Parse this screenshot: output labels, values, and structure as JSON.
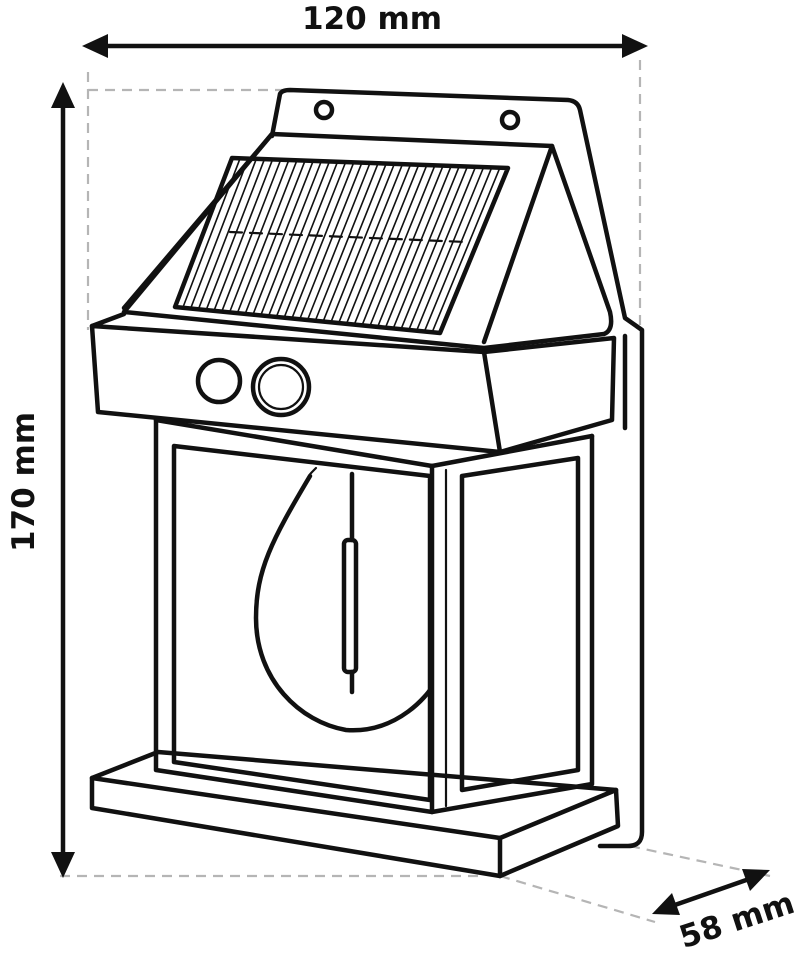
{
  "dimensions": {
    "width": "120 mm",
    "height": "170 mm",
    "depth": "58 mm"
  },
  "colors": {
    "line": "#111111",
    "guide": "#b5b5b5",
    "background": "#ffffff"
  }
}
